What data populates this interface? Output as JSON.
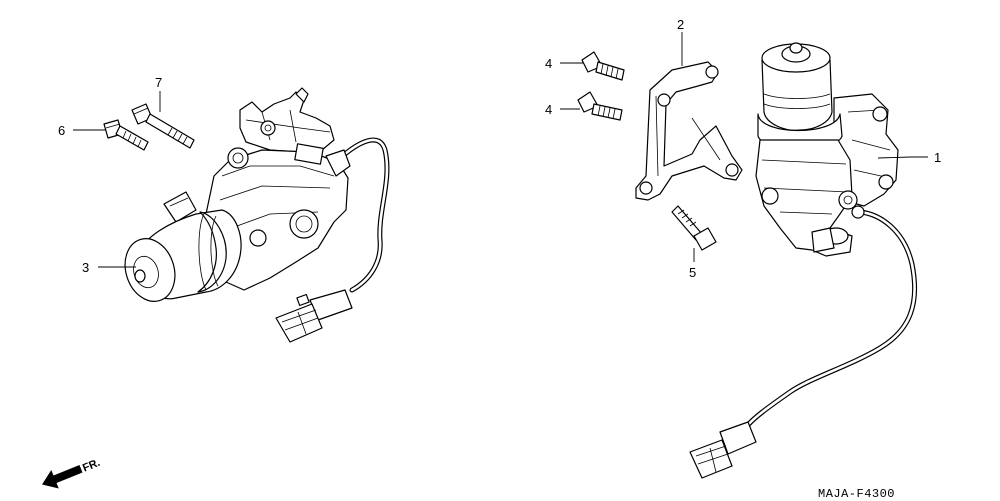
{
  "callouts": {
    "part1": "1",
    "part2": "2",
    "part3": "3",
    "part4a": "4",
    "part4b": "4",
    "part5": "5",
    "part6": "6",
    "part7": "7"
  },
  "direction_marker": "FR.",
  "diagram_code": "MAJA-F4300"
}
